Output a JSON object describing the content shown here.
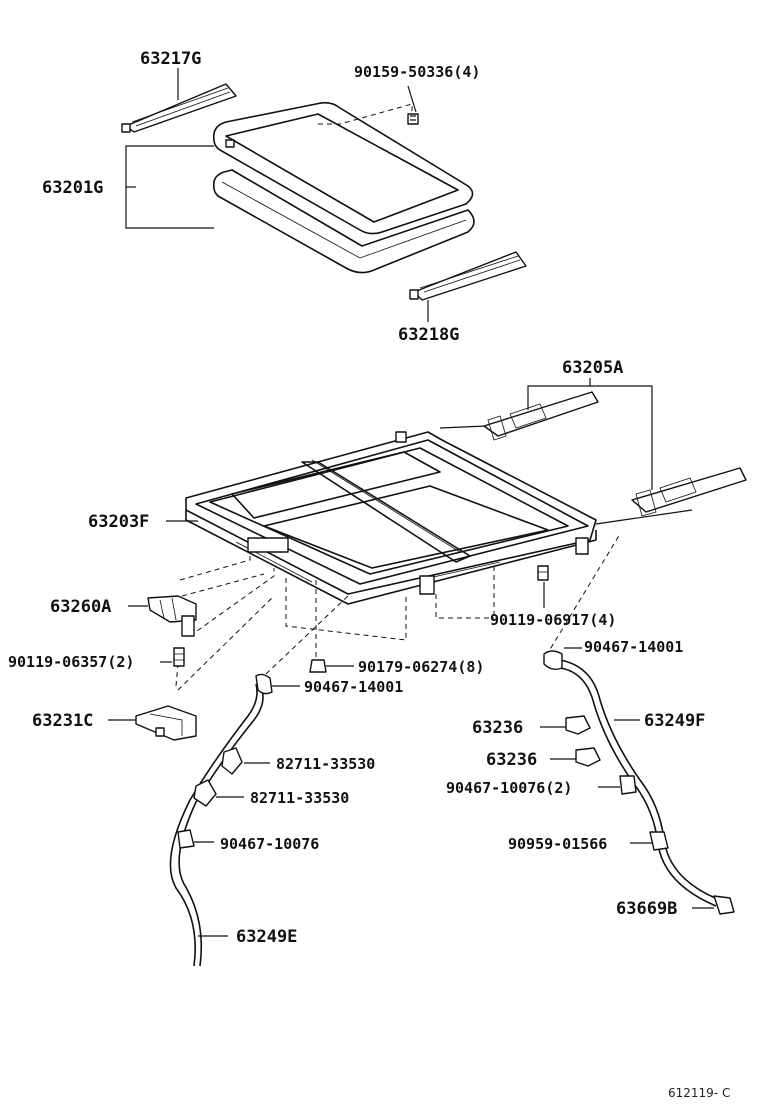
{
  "labels": {
    "p63217G": "63217G",
    "p90159": "90159-50336(4)",
    "p63201G": "63201G",
    "p63218G": "63218G",
    "p63205A": "63205A",
    "p63203F": "63203F",
    "p63260A": "63260A",
    "p90119_06917": "90119-06917(4)",
    "p90119_06357": "90119-06357(2)",
    "p90179": "90179-06274(8)",
    "p90467_14001_right": "90467-14001",
    "p90467_14001_left": "90467-14001",
    "p63231C": "63231C",
    "p63236_a": "63236",
    "p63249F": "63249F",
    "p63236_b": "63236",
    "p82711_a": "82711-33530",
    "p90467_10076_2": "90467-10076(2)",
    "p82711_b": "82711-33530",
    "p90467_10076": "90467-10076",
    "p90959": "90959-01566",
    "p63669B": "63669B",
    "p63249E": "63249E"
  },
  "reference": "612119- C"
}
